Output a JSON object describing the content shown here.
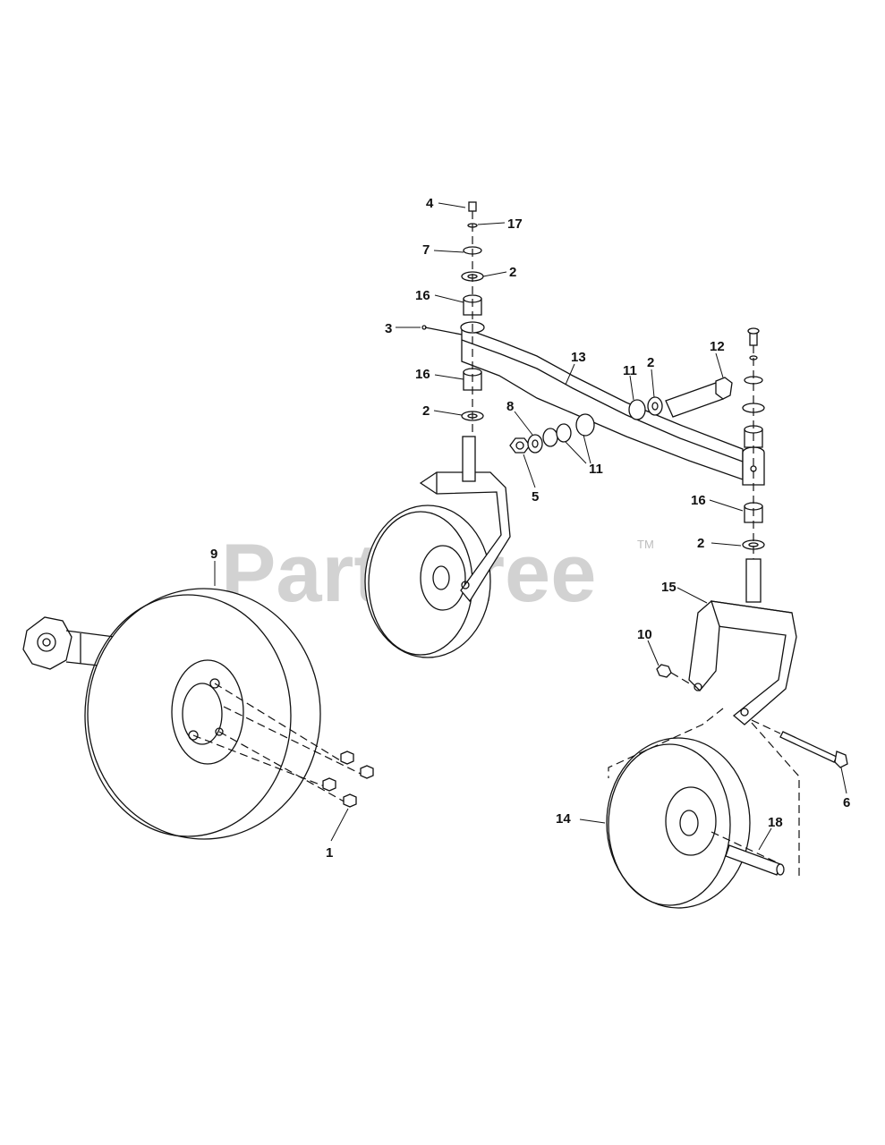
{
  "watermark": {
    "brand": "PartsTree",
    "trademark": "TM"
  },
  "callouts": {
    "c1": "1",
    "c2a": "2",
    "c2b": "2",
    "c2c": "2",
    "c2d": "2",
    "c3": "3",
    "c4": "4",
    "c5": "5",
    "c6": "6",
    "c7": "7",
    "c8": "8",
    "c9": "9",
    "c10": "10",
    "c11a": "11",
    "c11b": "11",
    "c12": "12",
    "c13": "13",
    "c14": "14",
    "c15": "15",
    "c16a": "16",
    "c16b": "16",
    "c16c": "16",
    "c17": "17",
    "c18": "18"
  }
}
